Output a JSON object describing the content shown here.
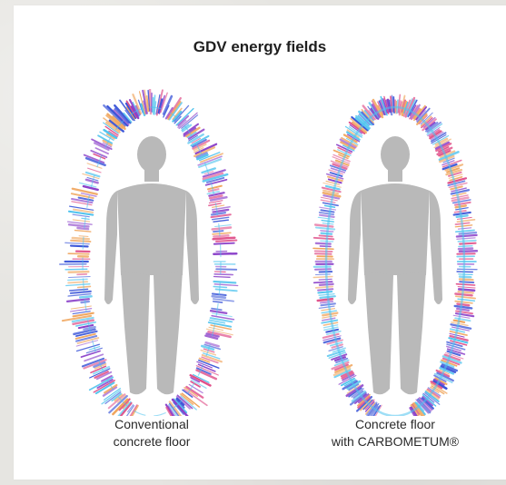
{
  "title": "GDV energy fields",
  "figures": [
    {
      "caption_line1": "Conventional",
      "caption_line2": "concrete floor",
      "aura_state": "fragmented"
    },
    {
      "caption_line1": "Concrete floor",
      "caption_line2": "with CARBOMETUM®",
      "aura_state": "continuous"
    }
  ],
  "colors": {
    "body_silhouette": "#b9b9b9",
    "aura_blue": "#3a55d8",
    "aura_violet": "#8a3fc9",
    "aura_pink": "#e0508a",
    "aura_orange": "#f0a45a",
    "aura_cyan": "#4ec3ee"
  }
}
